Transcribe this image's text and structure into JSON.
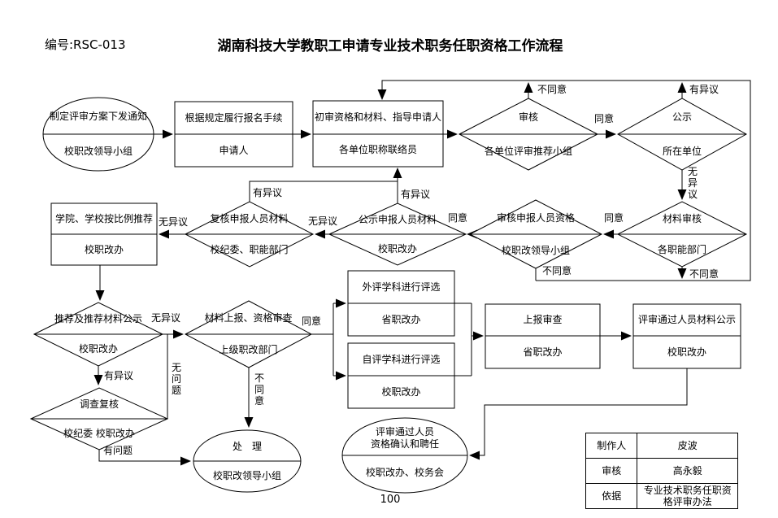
{
  "header": {
    "code": "编号:RSC-013",
    "title": "湖南科技大学教职工申请专业技术职务任职资格工作流程"
  },
  "page_number": "100",
  "nodes": {
    "plan": {
      "top": "制定评审方案下发通知",
      "bottom": "校职改领导小组"
    },
    "apply": {
      "top": "根据规定履行报名手续",
      "bottom": "申请人"
    },
    "initial_review": {
      "top": "初审资格和材料、指导申请人",
      "bottom": "各单位职称联络员"
    },
    "unit_audit": {
      "top": "审核",
      "bottom": "各单位评审推荐小组"
    },
    "publicity": {
      "top": "公示",
      "bottom": "所在单位"
    },
    "material_audit": {
      "top": "材料审核",
      "bottom": "各职能部门"
    },
    "qualification_audit": {
      "top": "审核申报人员资格",
      "bottom": "校职改领导小组"
    },
    "material_publicity": {
      "top": "公示申报人员材料",
      "bottom": "校职改办"
    },
    "recheck": {
      "top": "复核申报人员材料",
      "bottom": "校纪委、职能部门"
    },
    "recommend": {
      "top": "学院、学校按比例推荐",
      "bottom": "校职改办"
    },
    "recommend_publicity": {
      "top": "推荐及推荐材料公示",
      "bottom": "校职改办"
    },
    "submit_review": {
      "top": "材料上报、资格审查",
      "bottom": "上级职改部门"
    },
    "investigate": {
      "top": "调查复核",
      "bottom": "校纪委 校职改办"
    },
    "handle": {
      "top": "处　理",
      "bottom": "校职改领导小组"
    },
    "external_eval": {
      "top": "外评学科进行评选",
      "bottom": "省职改办"
    },
    "self_eval": {
      "top": "自评学科进行评选",
      "bottom": "校职改办"
    },
    "report_review": {
      "top": "上报审查",
      "bottom": "省职改办"
    },
    "pass_publicity": {
      "top": "评审通过人员材料公示",
      "bottom": "校职改办"
    },
    "confirm": {
      "top": "评审通过人员\n资格确认和聘任",
      "bottom": "校职改办、校务会"
    }
  },
  "labels": {
    "agree": "同意",
    "disagree": "不同意",
    "objection": "有异议",
    "no_objection": "无异议",
    "no_problem": "无问题",
    "has_problem": "有问题"
  },
  "info_table": {
    "rows": [
      {
        "label": "制作人",
        "value": "皮波"
      },
      {
        "label": "审核",
        "value": "高永毅"
      },
      {
        "label": "依据",
        "value": "专业技术职务任职资格评审办法"
      }
    ]
  },
  "line_color": "#000000"
}
